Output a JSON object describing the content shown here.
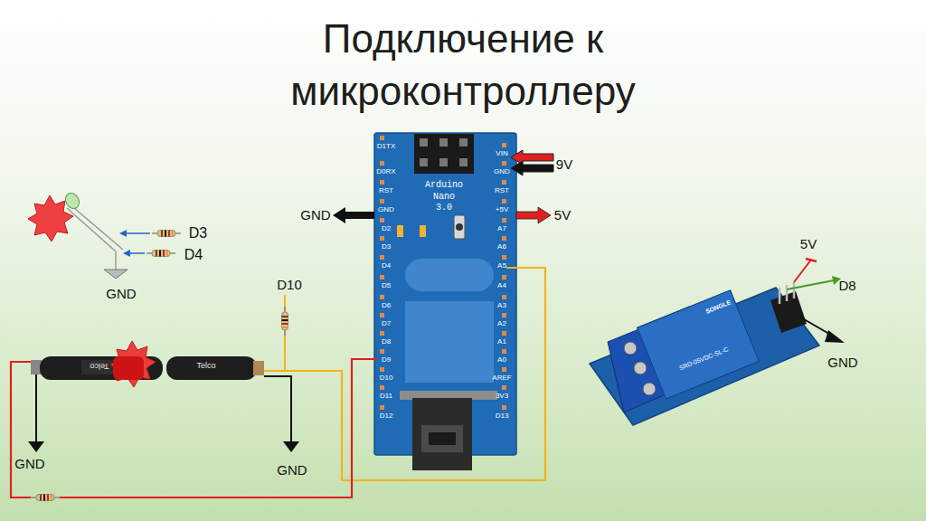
{
  "diagram": {
    "title": "Подключение к микроконтроллеру",
    "nodes": [
      {
        "text": [
          "Arduino Nano 3.0"
        ]
      },
      {
        "text": [
          "Telco"
        ]
      },
      {
        "text": [
          "Telco"
        ]
      },
      {
        "text": [
          "SONGLE",
          "SRD-05VDC-SL-C"
        ]
      }
    ],
    "labels": [
      "D3",
      "D4",
      "GND",
      "D10",
      "GND",
      "GND",
      "GND",
      "9V",
      "5V",
      "5V",
      "D8",
      "GND",
      "D1TX",
      "D0RX",
      "RST",
      "GND",
      "D2",
      "D3",
      "D4",
      "D5",
      "D6",
      "D7",
      "D8",
      "D9",
      "D10",
      "D11",
      "D12",
      "VIN",
      "GND",
      "RST",
      "+5V",
      "A7",
      "A6",
      "A5",
      "A4",
      "A3",
      "A2",
      "A1",
      "A0",
      "AREF",
      "3V3",
      "D13"
    ]
  }
}
